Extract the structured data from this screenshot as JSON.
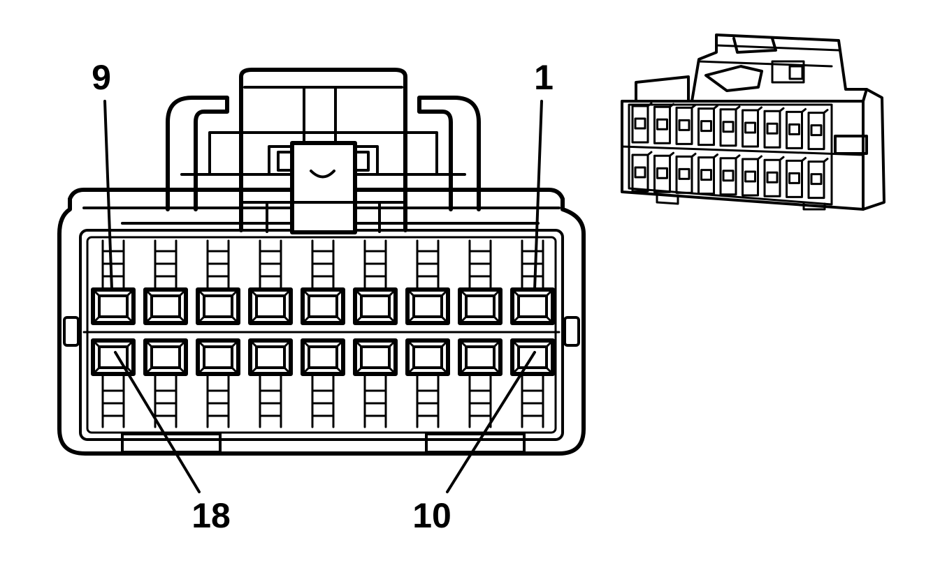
{
  "diagram": {
    "pin_labels": {
      "top_left": "9",
      "top_right": "1",
      "bottom_left": "18",
      "bottom_right": "10"
    },
    "rows": [
      {
        "row": "top",
        "pins": 9,
        "first_pin": 1,
        "last_pin": 9
      },
      {
        "row": "bottom",
        "pins": 9,
        "first_pin": 10,
        "last_pin": 18
      }
    ],
    "colors": {
      "line": "#000000",
      "background": "#ffffff"
    }
  }
}
